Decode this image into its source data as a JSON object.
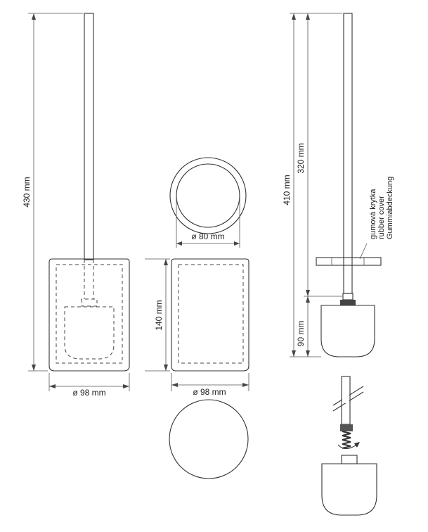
{
  "dimensions": {
    "total_height": "430 mm",
    "width_left_view": "ø 98 mm",
    "inner_diameter": "ø 80 mm",
    "holder_height": "140 mm",
    "width_middle_view": "ø 98 mm",
    "handle_total": "410 mm",
    "handle_upper": "320 mm",
    "brush_height": "90 mm"
  },
  "labels": {
    "rubber_cover": [
      "gumová krytka",
      "rubber cover",
      "Gummiabdeckung"
    ]
  }
}
